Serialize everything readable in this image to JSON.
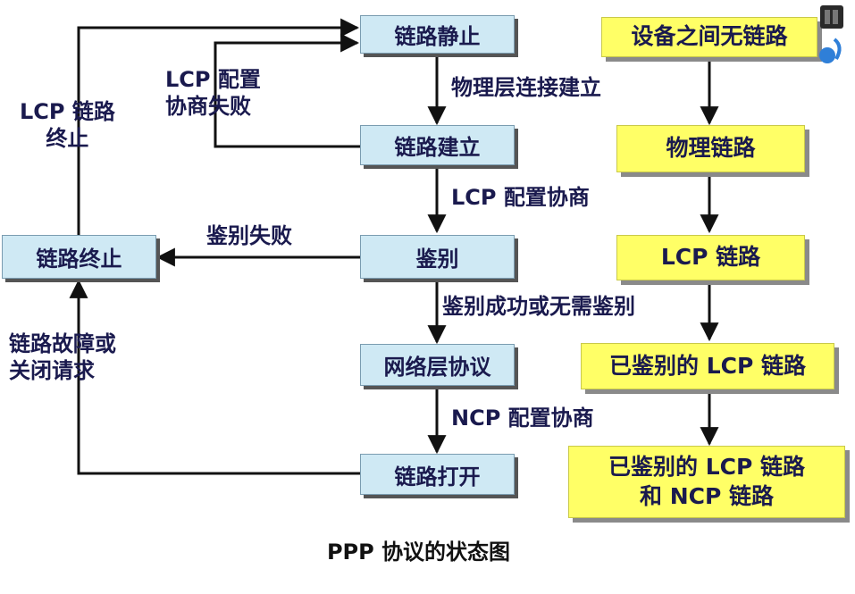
{
  "states": {
    "dead": "链路静止",
    "establish": "链路建立",
    "authenticate": "鉴别",
    "network": "网络层协议",
    "open": "链路打开",
    "terminate": "链路终止"
  },
  "transitions": {
    "physical_up": "物理层连接建立",
    "lcp_negotiation": "LCP 配置协商",
    "auth_fail": "鉴别失败",
    "auth_ok": "鉴别成功或无需鉴别",
    "ncp_negotiation": "NCP 配置协商",
    "lcp_fail_line1": "LCP 配置",
    "lcp_fail_line2": "协商失败",
    "lcp_term_line1": "LCP 链路",
    "lcp_term_line2": "终止",
    "close_line1": "链路故障或",
    "close_line2": "关闭请求"
  },
  "conditions": {
    "none": "设备之间无链路",
    "physical": "物理链路",
    "lcp": "LCP 链路",
    "authenticated": "已鉴别的 LCP 链路",
    "full_line1": "已鉴别的 LCP 链路",
    "full_line2": "和 NCP 链路"
  },
  "caption": "PPP 协议的状态图",
  "colors": {
    "state_fill": "#cfe9f4",
    "condition_fill": "#ffff66",
    "text": "#1a1a4e",
    "arrow": "#111111"
  }
}
